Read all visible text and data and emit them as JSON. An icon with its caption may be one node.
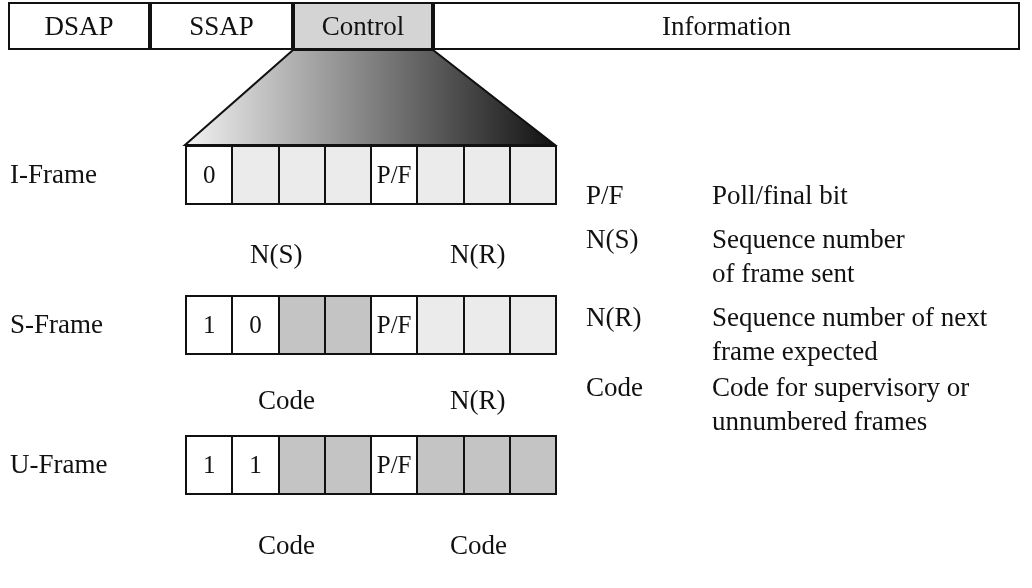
{
  "diagram": {
    "nodes": [
      {
        "text": [
          "DSAP"
        ]
      },
      {
        "text": [
          "SSAP"
        ]
      },
      {
        "text": [
          "Control"
        ]
      },
      {
        "text": [
          "Information"
        ]
      },
      {
        "text": [
          "0"
        ]
      },
      {
        "text": [],
        "shape": "box"
      },
      {
        "text": [],
        "shape": "box"
      },
      {
        "text": [],
        "shape": "box"
      },
      {
        "text": [
          "P/F"
        ]
      },
      {
        "text": [],
        "shape": "box"
      },
      {
        "text": [],
        "shape": "box"
      },
      {
        "text": [],
        "shape": "box"
      },
      {
        "text": [
          "1"
        ]
      },
      {
        "text": [
          "0"
        ]
      },
      {
        "text": [],
        "shape": "box"
      },
      {
        "text": [],
        "shape": "box"
      },
      {
        "text": [
          "P/F"
        ]
      },
      {
        "text": [],
        "shape": "box"
      },
      {
        "text": [],
        "shape": "box"
      },
      {
        "text": [],
        "shape": "box"
      },
      {
        "text": [
          "1"
        ]
      },
      {
        "text": [
          "1"
        ]
      },
      {
        "text": [],
        "shape": "box"
      },
      {
        "text": [],
        "shape": "box"
      },
      {
        "text": [
          "P/F"
        ]
      },
      {
        "text": [],
        "shape": "box"
      },
      {
        "text": [],
        "shape": "box"
      },
      {
        "text": [],
        "shape": "box"
      }
    ],
    "labels": [
      "I-Frame",
      "P/F",
      "Poll/final bit",
      "N(S)",
      "N(R)",
      "N(S)",
      "Sequence number of frame sent",
      "S-Frame",
      "N(R)",
      "Sequence number of next frame expected",
      "Code",
      "N(R)",
      "Code",
      "Code for supervisory or unnumbered frames",
      "U-Frame",
      "Code",
      "Code"
    ]
  }
}
